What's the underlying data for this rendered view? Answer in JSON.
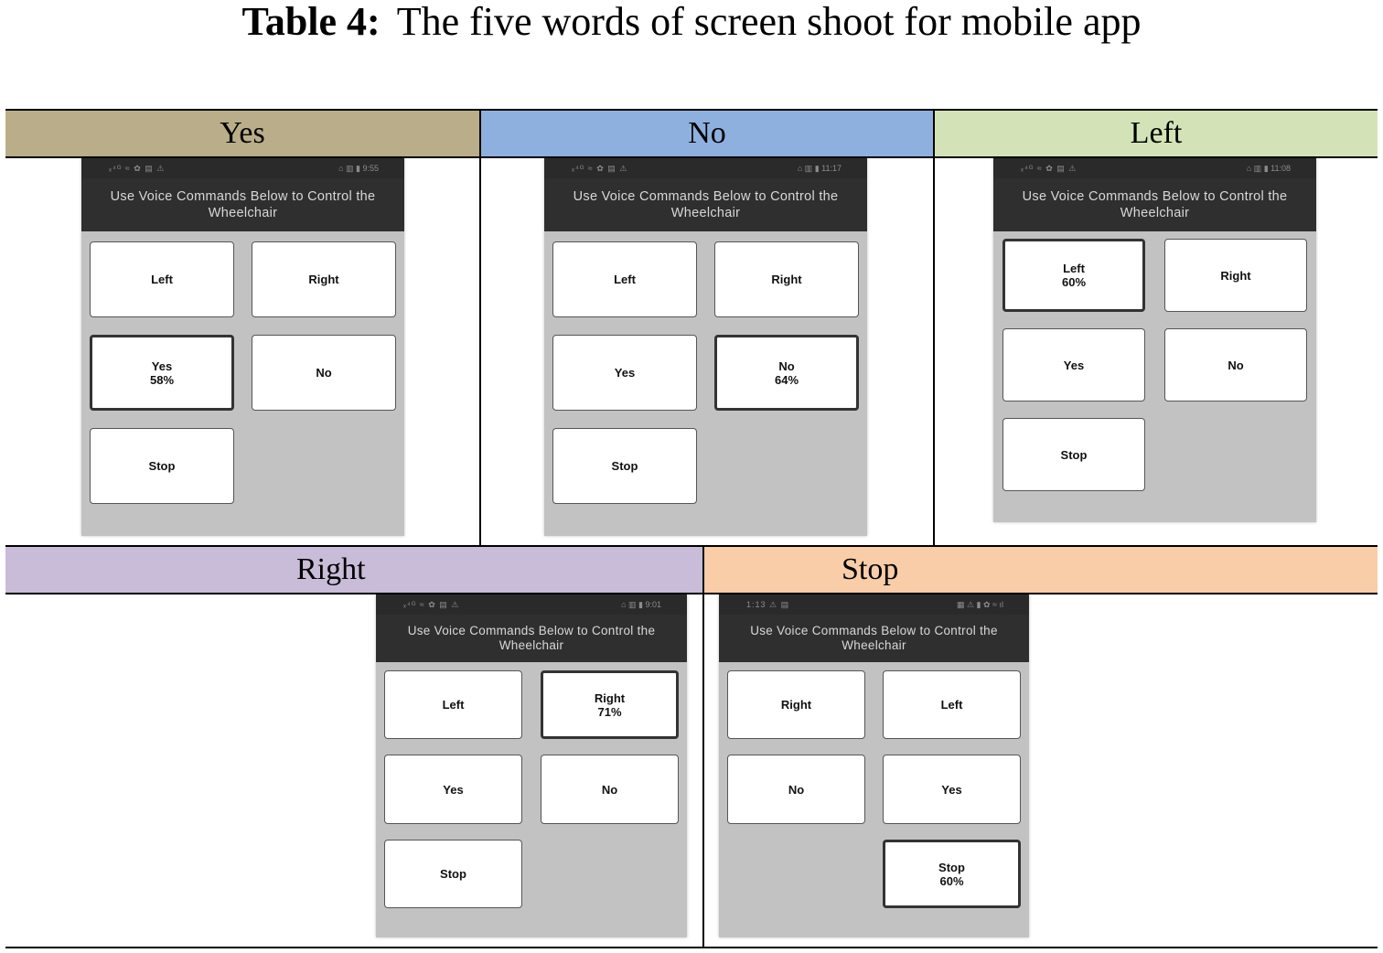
{
  "caption": {
    "label": "Table 4:",
    "text": "The five words of screen shoot for mobile app"
  },
  "colors": {
    "yes": "#b9ae89",
    "no": "#8eb0de",
    "left": "#d3e3b7",
    "right": "#c8bcd8",
    "stop": "#f8cda8"
  },
  "app": {
    "title": "Use Voice Commands Below to Control the Wheelchair"
  },
  "panels": [
    {
      "header": "Yes",
      "status": {
        "left": "ₓ⁴ᴳ ≈ ✿ ▤ ⚠",
        "right": "⌂ ▥ ▮ 9:55"
      },
      "buttons": [
        {
          "label": "Left",
          "sub": ""
        },
        {
          "label": "Right",
          "sub": ""
        },
        {
          "label": "Yes",
          "sub": "58%"
        },
        {
          "label": "No",
          "sub": ""
        },
        {
          "label": "Stop",
          "sub": ""
        }
      ]
    },
    {
      "header": "No",
      "status": {
        "left": "ₓ⁴ᴳ ≈ ✿ ▤ ⚠",
        "right": "⌂ ▥ ▮ 11:17"
      },
      "buttons": [
        {
          "label": "Left",
          "sub": ""
        },
        {
          "label": "Right",
          "sub": ""
        },
        {
          "label": "Yes",
          "sub": ""
        },
        {
          "label": "No",
          "sub": "64%"
        },
        {
          "label": "Stop",
          "sub": ""
        }
      ]
    },
    {
      "header": "Left",
      "status": {
        "left": "ₓ⁴ᴳ ≈ ✿ ▤ ⚠",
        "right": "⌂ ▥ ▮ 11:08"
      },
      "buttons": [
        {
          "label": "Left",
          "sub": "60%"
        },
        {
          "label": "Right",
          "sub": ""
        },
        {
          "label": "Yes",
          "sub": ""
        },
        {
          "label": "No",
          "sub": ""
        },
        {
          "label": "Stop",
          "sub": ""
        }
      ]
    },
    {
      "header": "Right",
      "status": {
        "left": "ₓ⁴ᴳ ≈ ✿ ▤ ⚠",
        "right": "⌂ ▥ ▮ 9:01"
      },
      "buttons": [
        {
          "label": "Left",
          "sub": ""
        },
        {
          "label": "Right",
          "sub": "71%"
        },
        {
          "label": "Yes",
          "sub": ""
        },
        {
          "label": "No",
          "sub": ""
        },
        {
          "label": "Stop",
          "sub": ""
        }
      ]
    },
    {
      "header": "Stop",
      "status": {
        "left": "1:13 ⚠ ▤",
        "right": "▦ ⚠ ▮ ✿ ≈ ıl"
      },
      "buttons": [
        {
          "label": "Right",
          "sub": ""
        },
        {
          "label": "Left",
          "sub": ""
        },
        {
          "label": "No",
          "sub": ""
        },
        {
          "label": "Yes",
          "sub": ""
        },
        {
          "label": "Stop",
          "sub": "60%"
        }
      ]
    }
  ]
}
